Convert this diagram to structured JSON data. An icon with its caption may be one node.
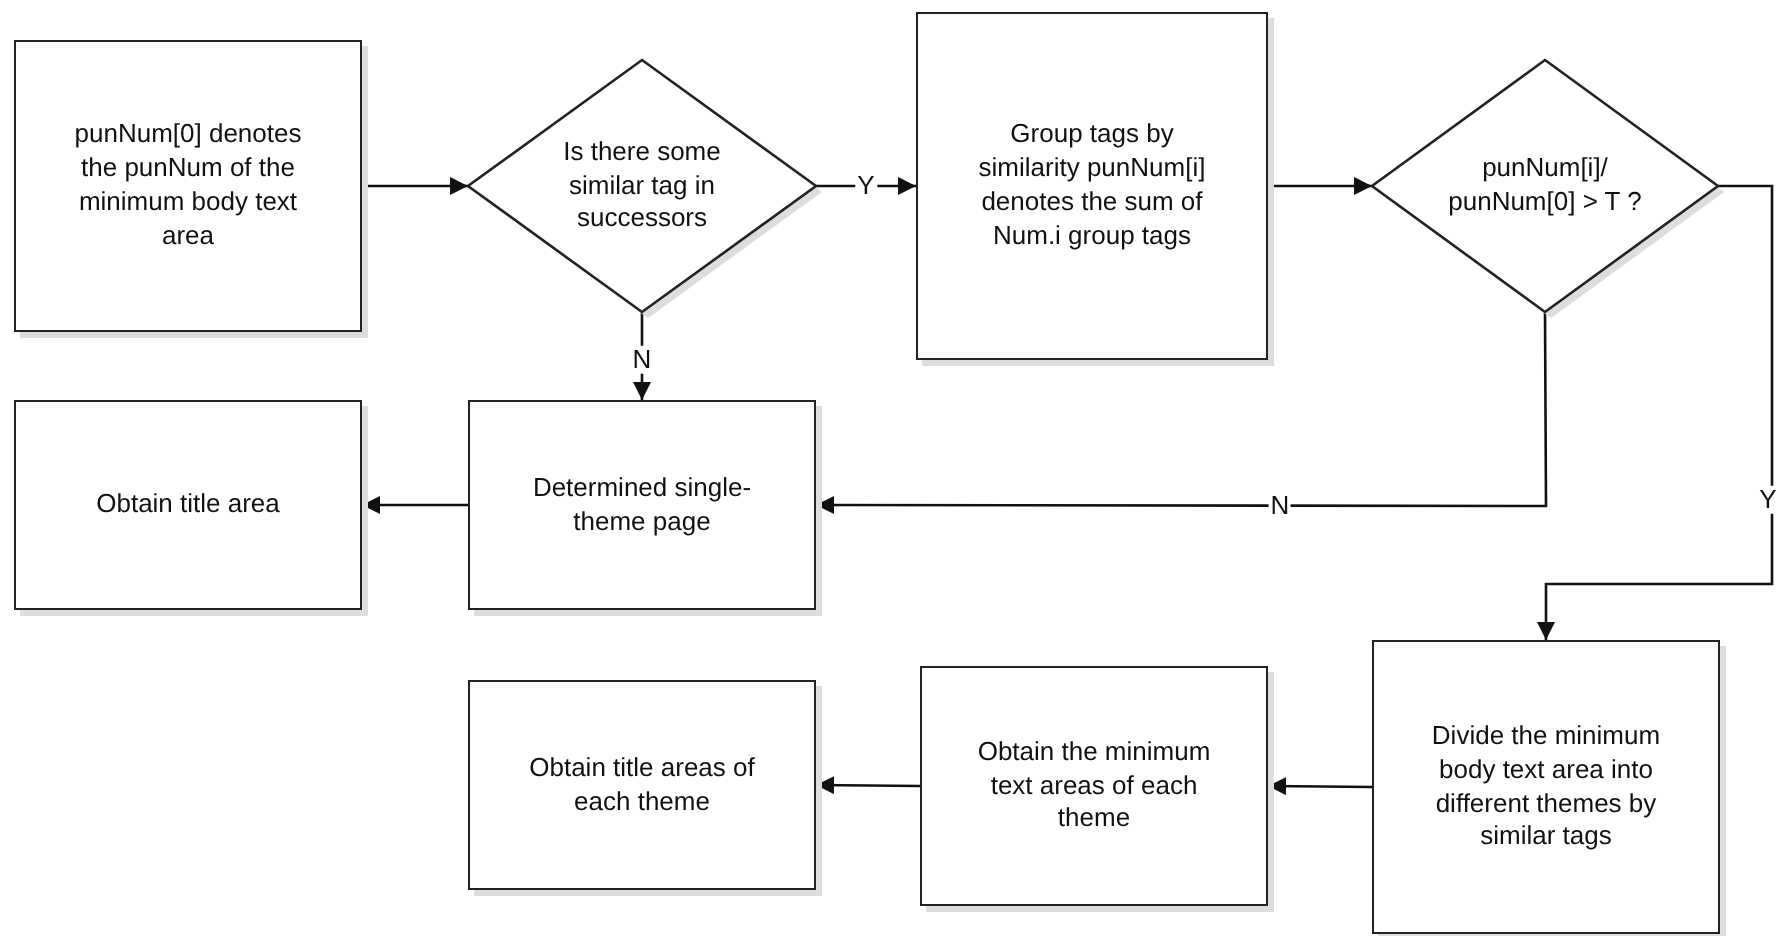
{
  "diagram": {
    "nodes": [
      {
        "text": [
          "punNum[0] denotes the punNum of the minimum body text area"
        ]
      },
      {
        "text": [
          "Is there some similar tag in successors"
        ]
      },
      {
        "text": [
          "Group tags by similarity punNum[i] denotes the sum of Num.i group tags"
        ]
      },
      {
        "text": [
          "punNum[i]/ punNum[0] > T ?"
        ]
      },
      {
        "text": [
          "Obtain title area"
        ]
      },
      {
        "text": [
          "Determined single-theme page"
        ]
      },
      {
        "text": [
          "Divide the minimum body text area into different themes by similar tags"
        ]
      },
      {
        "text": [
          "Obtain the minimum text areas of each theme"
        ]
      },
      {
        "text": [
          "Obtain title areas of each theme"
        ]
      }
    ],
    "edges": [
      {
        "from": 0,
        "to": 1,
        "arrow": "to"
      },
      {
        "from": 1,
        "to": 2,
        "arrow": "to",
        "label": "Y"
      },
      {
        "from": 1,
        "to": 5,
        "arrow": "to",
        "label": "N"
      },
      {
        "from": 2,
        "to": 3,
        "arrow": "to"
      },
      {
        "from": 3,
        "to": 5,
        "arrow": "to",
        "label": "N"
      },
      {
        "from": 3,
        "to": 6,
        "arrow": "to",
        "label": "Y"
      },
      {
        "from": 5,
        "to": 4,
        "arrow": "to"
      },
      {
        "from": 6,
        "to": 7,
        "arrow": "to"
      },
      {
        "from": 7,
        "to": 8,
        "arrow": "to"
      }
    ]
  }
}
